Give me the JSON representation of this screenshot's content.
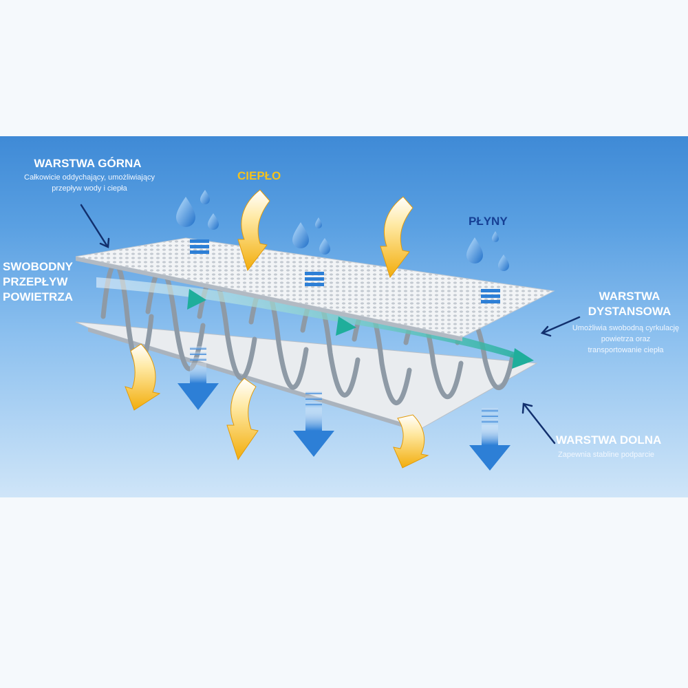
{
  "layers": {
    "top": {
      "title": "WARSTWA GÓRNA",
      "description": "Całkowicie oddychający, umożliwiający przepływ wody i ciepła"
    },
    "airflow": {
      "title_line1": "SWOBODNY",
      "title_line2": "PRZEPŁYW",
      "title_line3": "POWIETRZA"
    },
    "heat": {
      "title": "CIEPŁO"
    },
    "fluids": {
      "title": "PŁYNY"
    },
    "spacer": {
      "title_line1": "WARSTWA",
      "title_line2": "DYSTANSOWA",
      "description_line1": "Umożliwia swobodną cyrkulację",
      "description_line2": "powietrza oraz",
      "description_line3": "transportowanie ciepła"
    },
    "bottom": {
      "title": "WARSTWA DOLNA",
      "description": "Zapewnia stabline podparcie"
    }
  },
  "colors": {
    "background_top": "#3f8ad6",
    "background_bottom": "#cfe5f8",
    "heat": "#f6c21a",
    "fluids": "#163f94",
    "label": "#ffffff",
    "water_arrow": "#2d7fd6"
  },
  "icons": [
    "water-drop-icon",
    "heat-arrow-icon",
    "down-arrow-icon",
    "pointer-arrow-icon"
  ]
}
